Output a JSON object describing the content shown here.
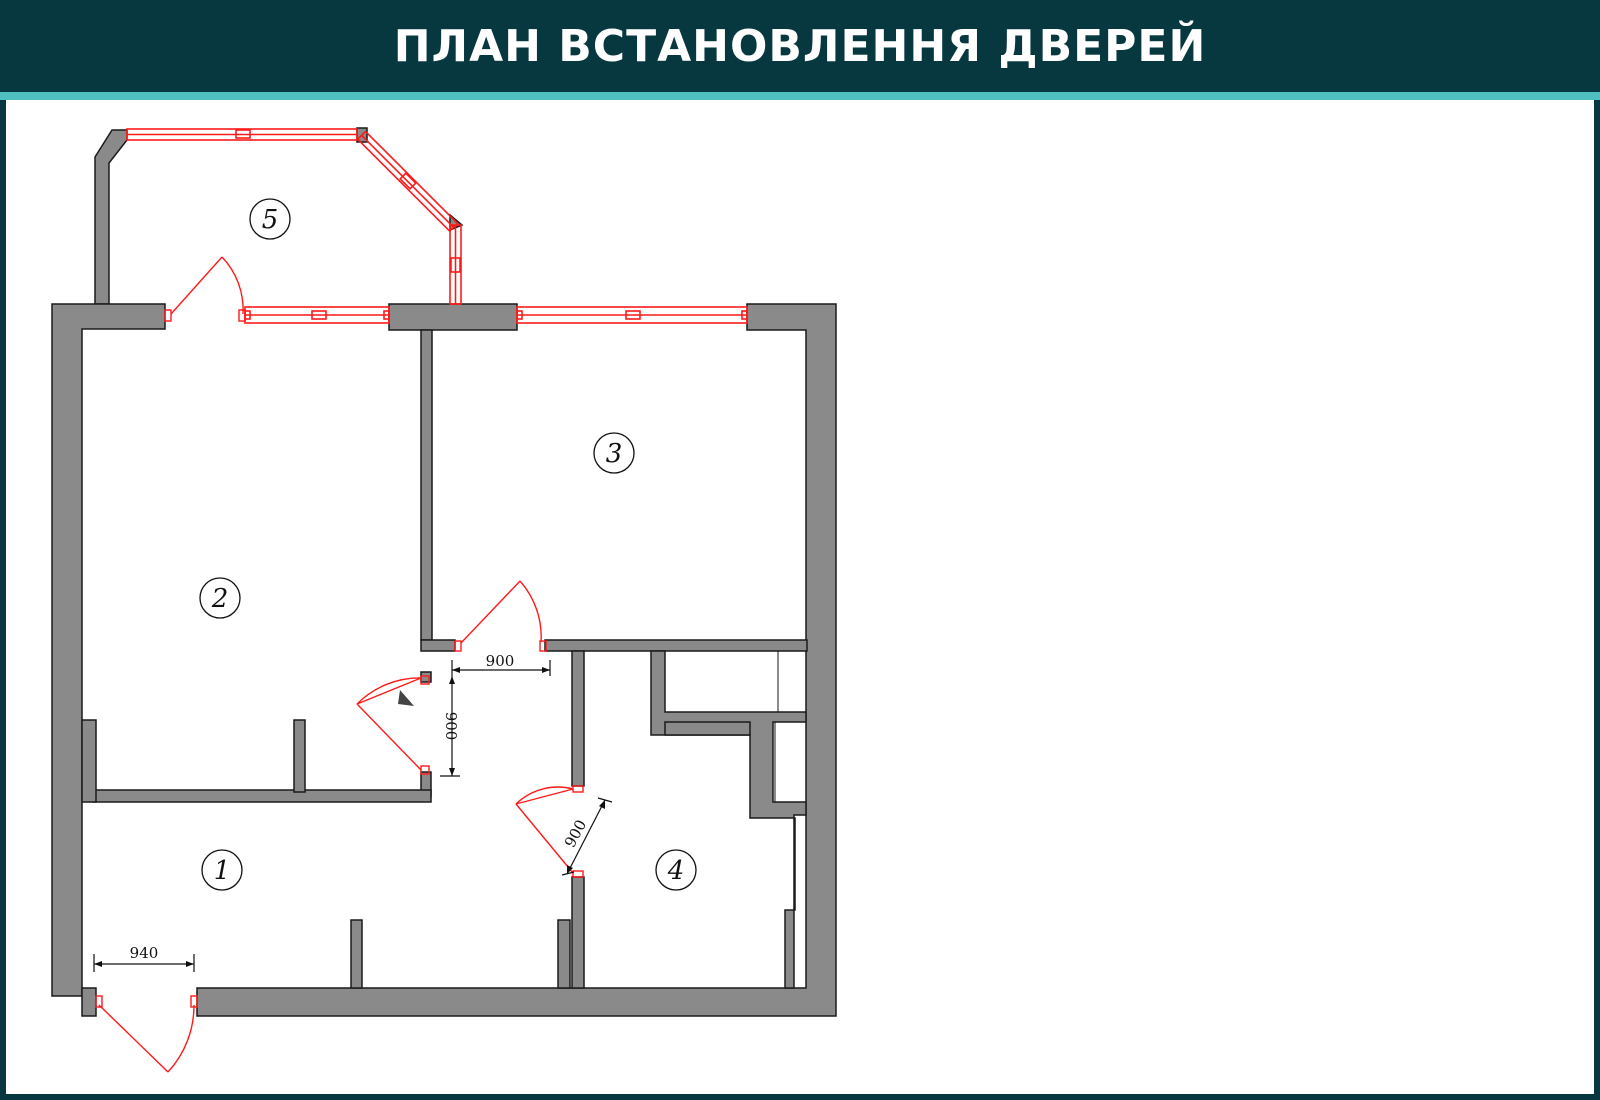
{
  "header": {
    "title": "ПЛАН ВСТАНОВЛЕННЯ ДВЕРЕЙ"
  },
  "rooms": [
    {
      "id": "room-1",
      "number": "1"
    },
    {
      "id": "room-2",
      "number": "2"
    },
    {
      "id": "room-3",
      "number": "3"
    },
    {
      "id": "room-4",
      "number": "4"
    },
    {
      "id": "room-5",
      "number": "5"
    }
  ],
  "dimensions": {
    "entrance_door_width": "940",
    "room3_door_width": "900",
    "room2_door_width": "900",
    "room4_door_width": "900"
  },
  "colors": {
    "header_bg": "#07383f",
    "accent": "#4fc0bf",
    "wall_fill": "#8a8a8a",
    "door_window": "#ff1a1a"
  }
}
